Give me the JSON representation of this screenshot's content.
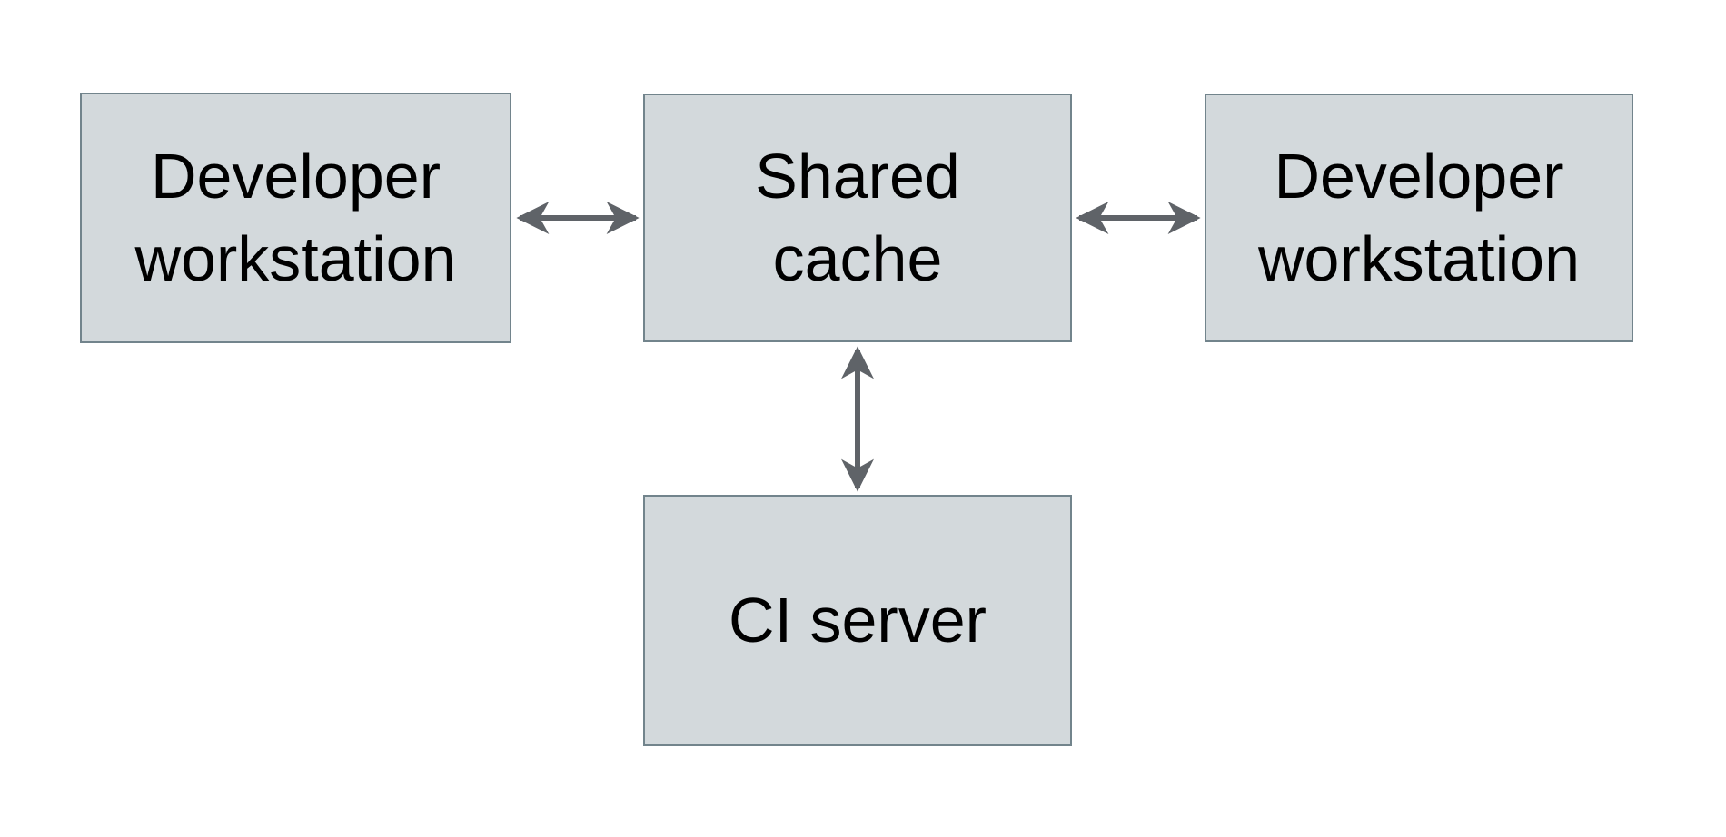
{
  "diagram": {
    "title": "",
    "colors": {
      "background": "#ffffff",
      "node_fill": "#d3d9dc",
      "node_border": "#72848c",
      "arrow": "#5f6368",
      "text": "#000000"
    },
    "nodes": [
      {
        "id": "developer-workstation-left",
        "label": "Developer workstation"
      },
      {
        "id": "shared-cache",
        "label": "Shared cache"
      },
      {
        "id": "developer-workstation-right",
        "label": "Developer workstation"
      },
      {
        "id": "ci-server",
        "label": "CI server"
      }
    ],
    "edges": [
      {
        "from": "developer-workstation-left",
        "to": "shared-cache",
        "bidirectional": true
      },
      {
        "from": "shared-cache",
        "to": "developer-workstation-right",
        "bidirectional": true
      },
      {
        "from": "shared-cache",
        "to": "ci-server",
        "bidirectional": true
      }
    ]
  }
}
